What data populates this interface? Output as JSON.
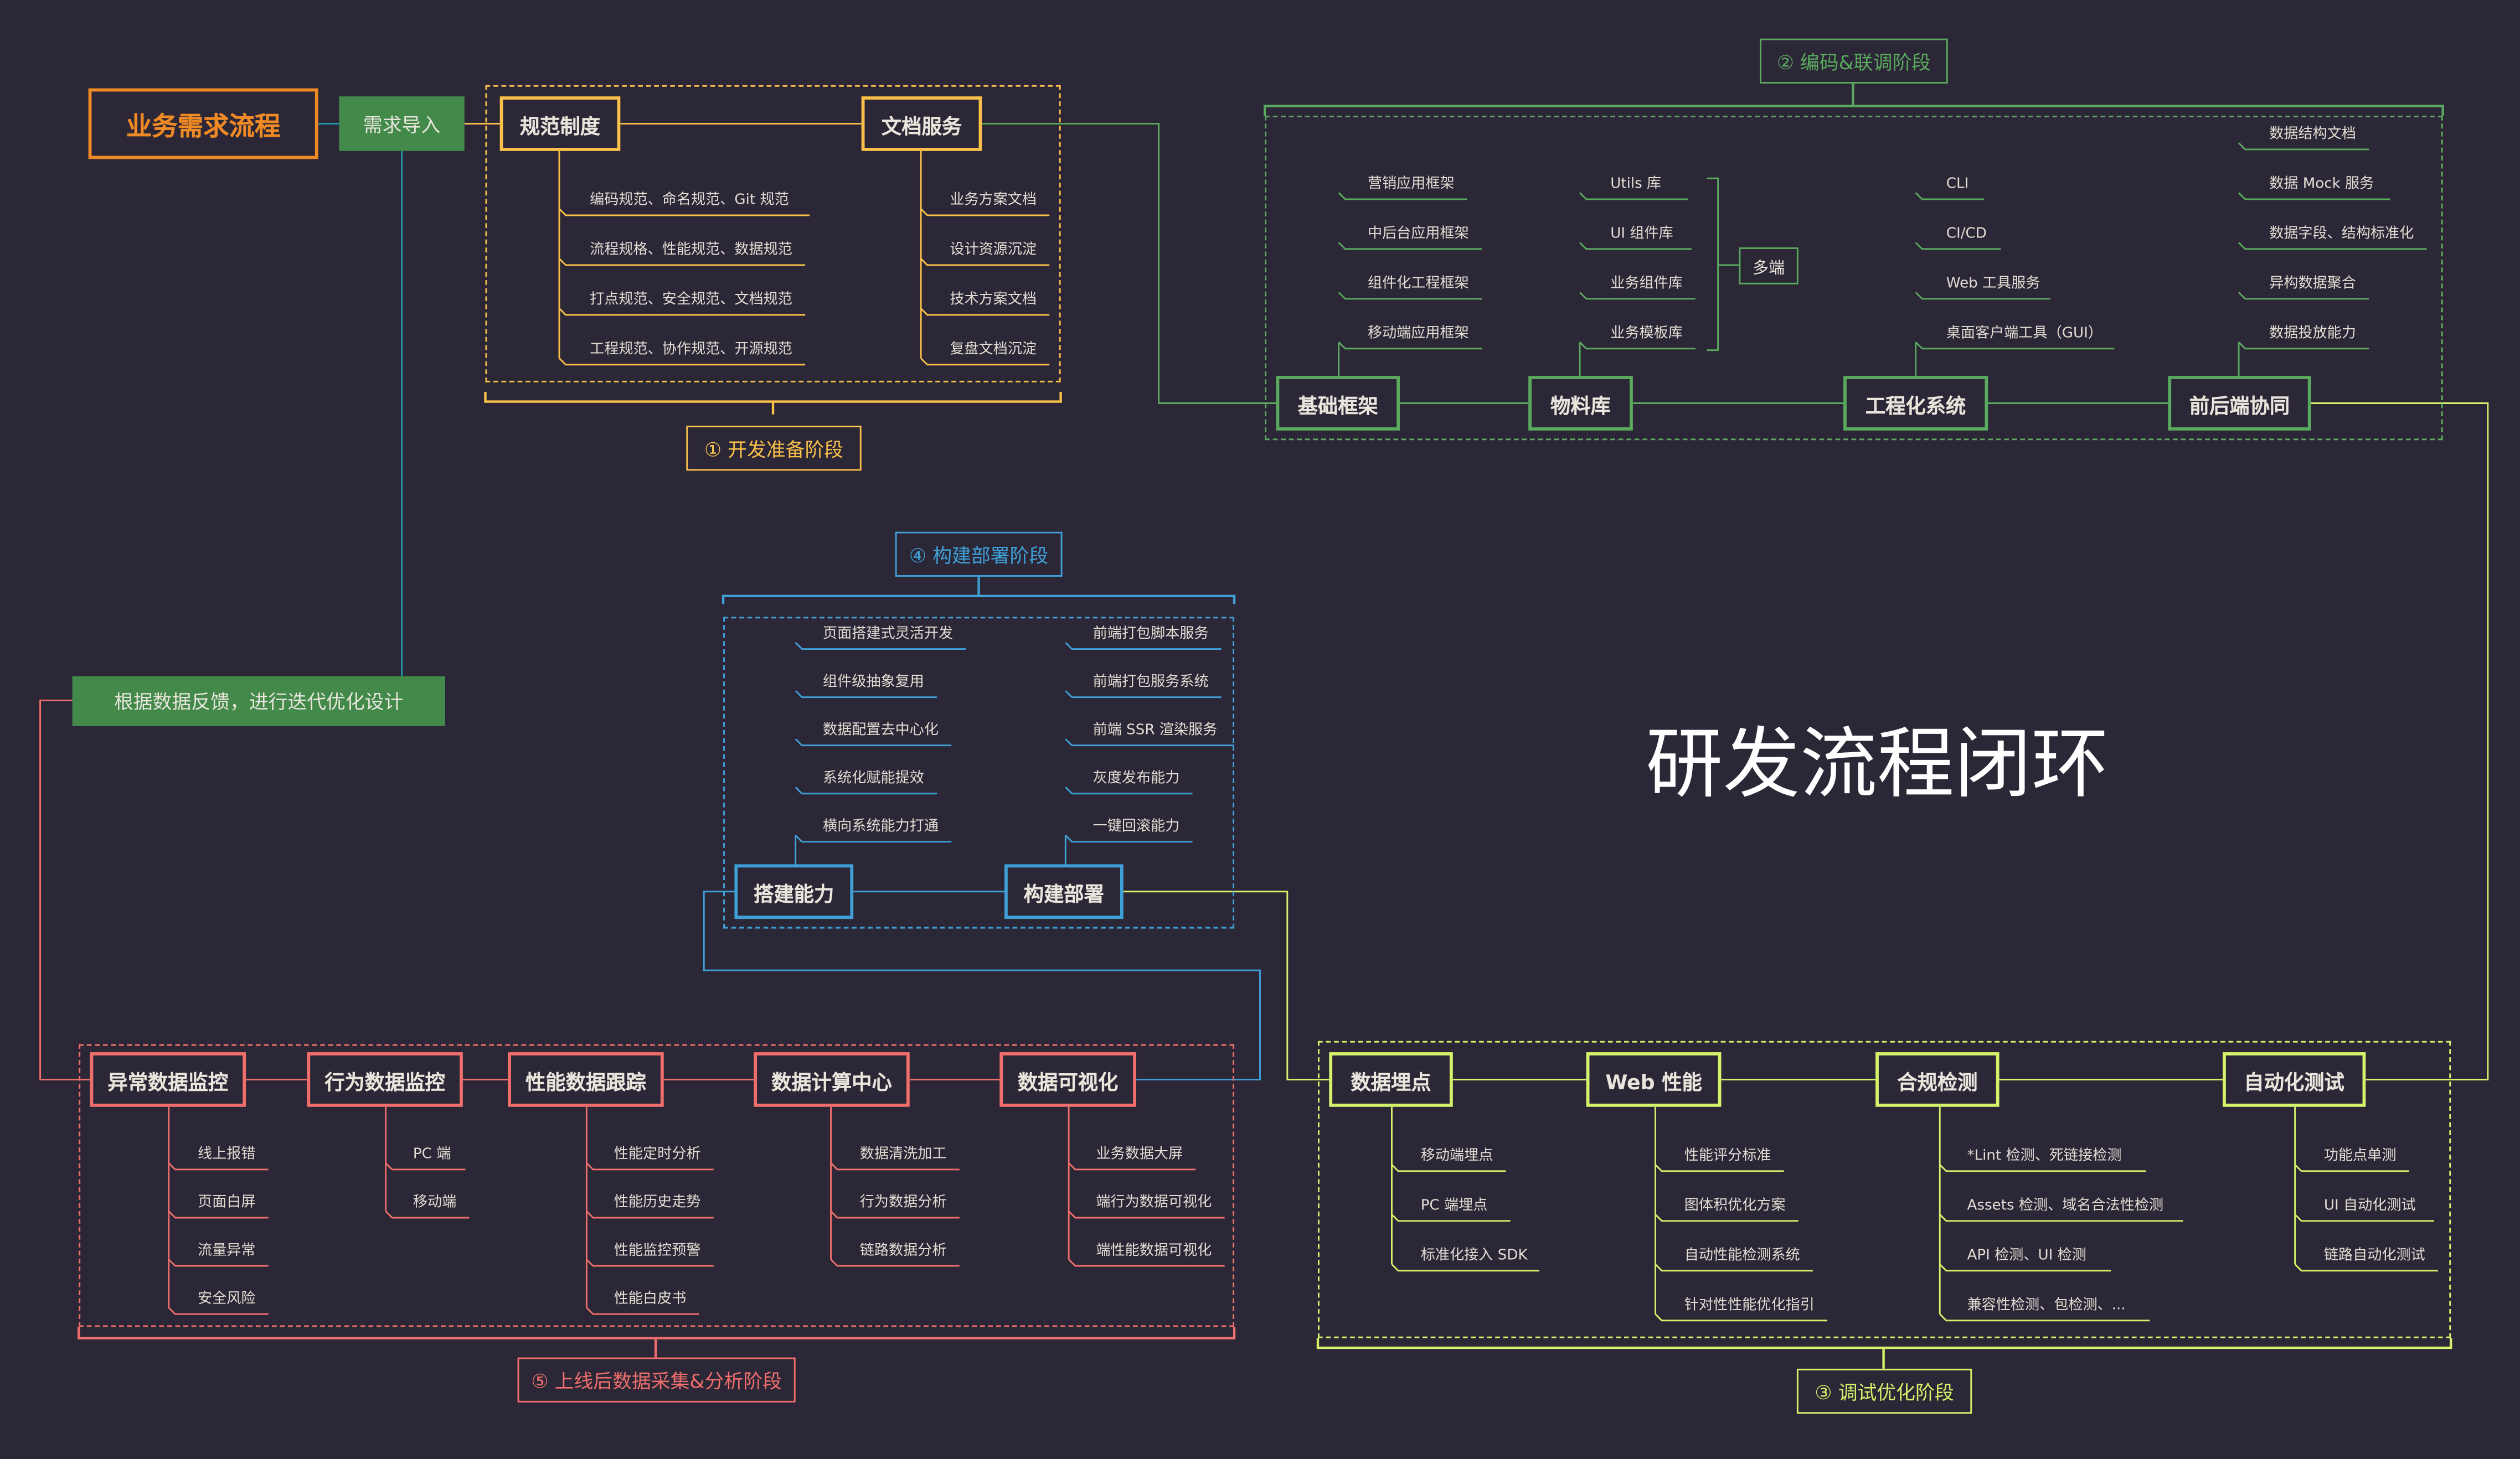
{
  "title": "研发流程闭环",
  "colors": {
    "background": "#2c2736",
    "stage1": "#f9c04a",
    "stage2": "#5aaa5e",
    "stage3": "#d4f26a",
    "stage4": "#3fa0d8",
    "stage5": "#f06e6c",
    "start": "#f08a24",
    "action_fill": "#43894a",
    "feedback_line": "#1e9aa8"
  },
  "start": {
    "label": "业务需求流程"
  },
  "import": {
    "label": "需求导入"
  },
  "feedback": {
    "label": "根据数据反馈，进行迭代优化设计"
  },
  "stages": {
    "s1": {
      "label": "① 开发准备阶段",
      "nodes": [
        {
          "label": "规范制度",
          "items": [
            "编码规范、命名规范、Git 规范",
            "流程规格、性能规范、数据规范",
            "打点规范、安全规范、文档规范",
            "工程规范、协作规范、开源规范"
          ]
        },
        {
          "label": "文档服务",
          "items": [
            "业务方案文档",
            "设计资源沉淀",
            "技术方案文档",
            "复盘文档沉淀"
          ]
        }
      ]
    },
    "s2": {
      "label": "② 编码&联调阶段",
      "nodes": [
        {
          "label": "基础框架",
          "items": [
            "营销应用框架",
            "中后台应用框架",
            "组件化工程框架",
            "移动端应用框架"
          ]
        },
        {
          "label": "物料库",
          "items": [
            "Utils 库",
            "UI 组件库",
            "业务组件库",
            "业务模板库"
          ],
          "group_label": "多端"
        },
        {
          "label": "工程化系统",
          "items": [
            "CLI",
            "CI/CD",
            "Web 工具服务",
            "桌面客户端工具（GUI）"
          ]
        },
        {
          "label": "前后端协同",
          "items": [
            "数据结构文档",
            "数据 Mock 服务",
            "数据字段、结构标准化",
            "异构数据聚合",
            "数据投放能力"
          ]
        }
      ]
    },
    "s3": {
      "label": "③ 调试优化阶段",
      "nodes": [
        {
          "label": "数据埋点",
          "items": [
            "移动端埋点",
            "PC  端埋点",
            "标准化接入 SDK"
          ]
        },
        {
          "label": "Web 性能",
          "items": [
            "性能评分标准",
            "图体积优化方案",
            "自动性能检测系统",
            "针对性性能优化指引"
          ]
        },
        {
          "label": "合规检测",
          "items": [
            "*Lint 检测、死链接检测",
            "Assets 检测、域名合法性检测",
            "API 检测、UI 检测",
            "兼容性检测、包检测、..."
          ]
        },
        {
          "label": "自动化测试",
          "items": [
            "功能点单测",
            "UI 自动化测试",
            "链路自动化测试"
          ]
        }
      ]
    },
    "s4": {
      "label": "④ 构建部署阶段",
      "nodes": [
        {
          "label": "搭建能力",
          "items": [
            "页面搭建式灵活开发",
            "组件级抽象复用",
            "数据配置去中心化",
            "系统化赋能提效",
            "横向系统能力打通"
          ]
        },
        {
          "label": "构建部署",
          "items": [
            "前端打包脚本服务",
            "前端打包服务系统",
            "前端 SSR 渲染服务",
            "灰度发布能力",
            "一键回滚能力"
          ]
        }
      ]
    },
    "s5": {
      "label": "⑤ 上线后数据采集&分析阶段",
      "nodes": [
        {
          "label": "异常数据监控",
          "items": [
            "线上报错",
            "页面白屏",
            "流量异常",
            "安全风险"
          ]
        },
        {
          "label": "行为数据监控",
          "items": [
            "PC 端",
            "移动端"
          ]
        },
        {
          "label": "性能数据跟踪",
          "items": [
            "性能定时分析",
            "性能历史走势",
            "性能监控预警",
            "性能白皮书"
          ]
        },
        {
          "label": "数据计算中心",
          "items": [
            "数据清洗加工",
            "行为数据分析",
            "链路数据分析"
          ]
        },
        {
          "label": "数据可视化",
          "items": [
            "业务数据大屏",
            "端行为数据可视化",
            "端性能数据可视化"
          ]
        }
      ]
    }
  }
}
